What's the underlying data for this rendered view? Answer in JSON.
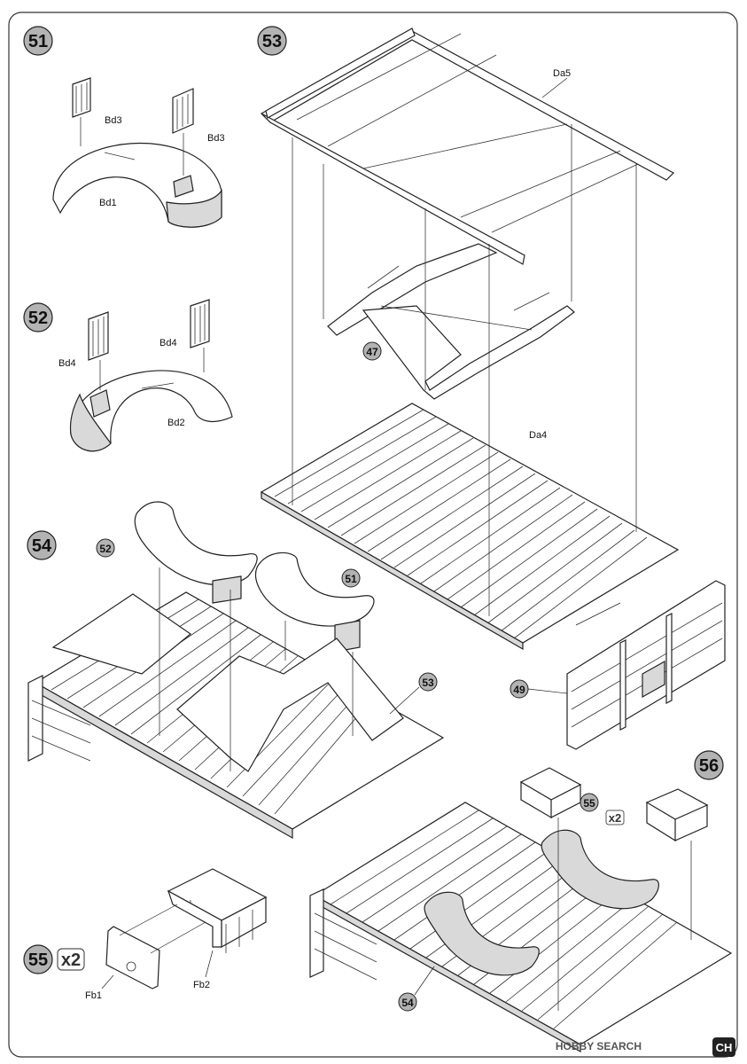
{
  "steps": [
    {
      "number": "51",
      "labels": [
        "Bd3",
        "Bd3",
        "Bd1"
      ]
    },
    {
      "number": "52",
      "labels": [
        "Bd4",
        "Bd4",
        "Bd2"
      ]
    },
    {
      "number": "53",
      "labels": [
        "Da5",
        "Da4"
      ],
      "callouts": [
        "47"
      ]
    },
    {
      "number": "54",
      "callouts": [
        "52",
        "51",
        "53",
        "49"
      ]
    },
    {
      "number": "55",
      "multiplier": "x2",
      "labels": [
        "Fb1",
        "Fb2"
      ]
    },
    {
      "number": "56",
      "callouts": [
        "55",
        "54"
      ],
      "multiplier": "x2"
    }
  ],
  "watermark": {
    "brand": "HOBBY SEARCH",
    "page_number": "CH"
  },
  "colors": {
    "step_badge": "#b3b3b3",
    "part_fill": "#d9d9d9",
    "line": "#222222"
  }
}
